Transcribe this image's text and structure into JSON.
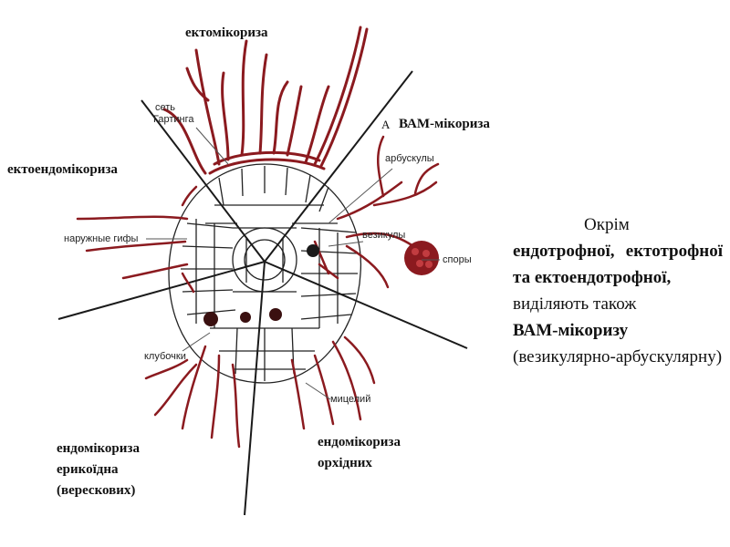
{
  "labels": {
    "ectomycorrhiza": "ектомікориза",
    "vam": "ВАМ-мікориза",
    "vam_marker": "А",
    "ectoendo": "ектоендомікориза",
    "endo_ericoid": [
      "ендомікориза",
      "ерикоїдна",
      "(верескових)"
    ],
    "endo_orchid": [
      "ендомікориза",
      "орхідних"
    ]
  },
  "small_labels": {
    "hartig_net": [
      "сеть",
      "Гартинга"
    ],
    "arbuscules": "арбускулы",
    "vesicles": "везикулы",
    "spores": "споры",
    "outer_hyphae": "наружные гифы",
    "coils": "клубочки",
    "mycelium": "мицелий"
  },
  "caption": {
    "intro": "Окрім",
    "terms1": "ендотрофної, ектотрофної та ектоендотрофної,",
    "middle": "виділяють також",
    "term2": "ВАМ-мікоризу",
    "paren": "(везикулярно-арбускулярну)"
  },
  "colors": {
    "hyphae": "#8b1a1f",
    "lines": "#1a1a1a",
    "cells": "#222222"
  }
}
